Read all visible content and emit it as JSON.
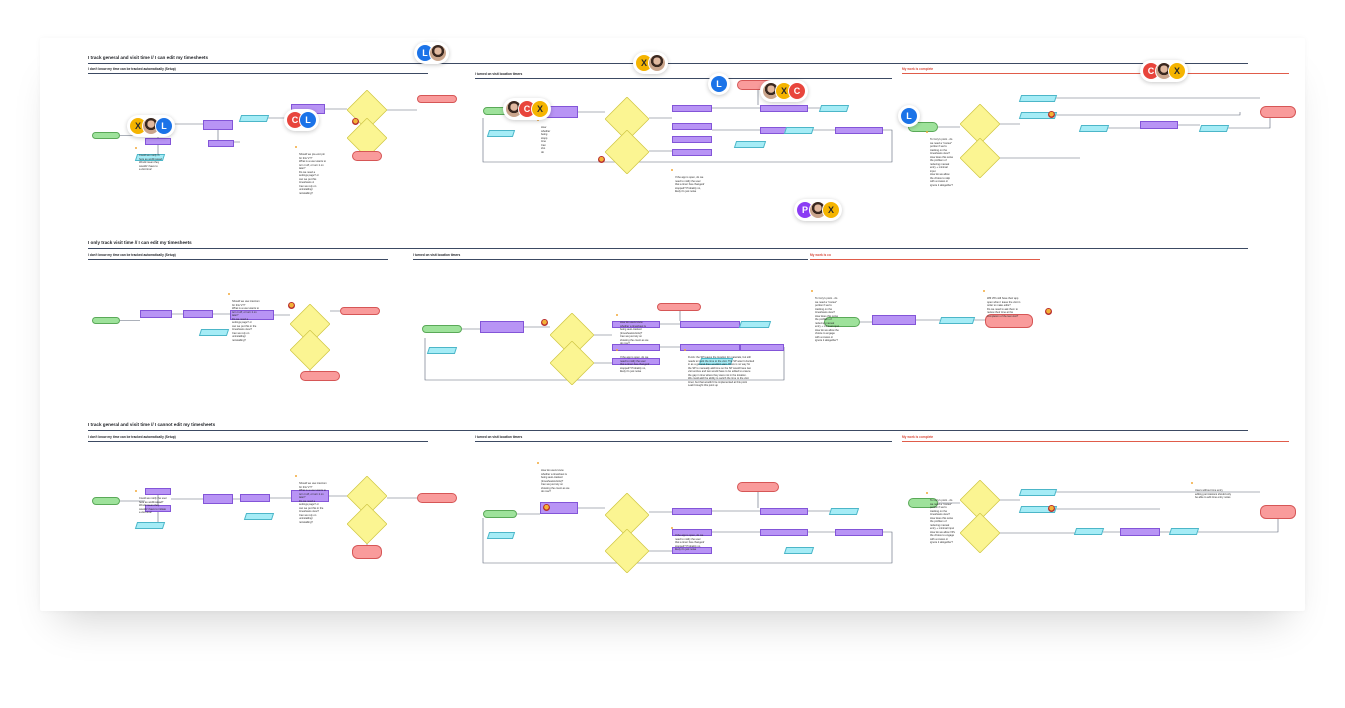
{
  "rows": [
    {
      "title": "I track general and visit time // I can edit my timesheets",
      "sections": [
        {
          "title": "I don't know my time can be tracked automatically (Setup)"
        },
        {
          "title": "I turned on visit location timers"
        },
        {
          "title": "My work is complete"
        }
      ],
      "notes": [
        {
          "text": "Could we notify th\nhere as well/instead\nWould mean they\nwouldn't have to\na visit time!"
        },
        {
          "text": "Should we pre-emt pin\nfor this VT?\nWhat is a user wants to\nturn it off, or turn it on\nlater?\nDo we need a\nsettings page? or\ncan we put this\ntimesheets vi\nCan we rely on\nuninstalling/\nreinstalling?"
        },
        {
          "text": "How\nwhether\nbeing\nstopp\ntime\nCan\nsho\ndo"
        },
        {
          "text": "If the app is open, do we\nneed to notify the user\nthat a timer has changed/\nstopped? Probably no,\nlikely it's just noise"
        },
        {
          "text": "To Cory's point - do\nwe need a \"review\"\nportion if we're\ntracking on the\ntimesheets view?\nHow does this solve\nthe problem of\nreducing manual\nentry + minimal\ninput\nHow do we allow\nthe choice to skip\nwith a review or\nignore it altogether?"
        }
      ],
      "avatars": [
        {
          "badges": [
            "X",
            "",
            "L"
          ]
        },
        {
          "badges": [
            "C",
            "L"
          ]
        },
        {
          "badges": [
            "L",
            ""
          ]
        },
        {
          "badges": [
            "",
            "C",
            "X"
          ]
        },
        {
          "badges": [
            "X",
            ""
          ]
        },
        {
          "badges": [
            "L"
          ]
        },
        {
          "badges": [
            "",
            "X",
            "C"
          ]
        },
        {
          "badges": [
            "C",
            "",
            "X"
          ]
        },
        {
          "badges": [
            "L"
          ]
        }
      ]
    },
    {
      "title": "I only track visit time // I can edit my timesheets",
      "sections": [
        {
          "title": "I don't know my time can be tracked automatically (Setup)"
        },
        {
          "title": "I turned on visit location timers"
        },
        {
          "title": "My work is co"
        }
      ],
      "notes": [
        {
          "text": "Should we use intercom\nfor this VT?\nWhat is a user wants to\nturn it off, or turn it on\nlater?\nDo we need a\nsettings page? or\ncan we put this in the\ntimesheets view?\nCan we rely on\nuninstalling/\nreinstalling?"
        },
        {
          "text": "How do users know\nwhether a timesheet is\nbeing auto-tracked\n(timesheets/visits)?\nCan we just rely on\nshowing the count as we\ndo now?"
        },
        {
          "text": "If the app is open, do we\nneed to notify the user\nthat a timer has changed/\nstopped? Probably no,\nlikely it's just noise"
        },
        {
          "text": "FLAG: the SP leaves the location for materials, but still\nneeds to track the time to the visit. The SP wasn't clocked\nin as a general then wouldn't start. There is no way for\nthe SP to manually add time so the SP would have two\nvisit entries and two would have to be edited to ensure\nthe gap in time where they were not in the location.\nWe could add the ability to switch the time to the visit\ntimer, but that wouldn't be implemented at this point\nLeah brought this point up"
        },
        {
          "text": "To Cory's point - do\nwe need a \"review\"\nportion if we're\ntracking on the\ntimesheets view?\nHow does this solve\nthe problem of\nreducing manual\nentry + minimal input\nHow do we allow the\nchoice to engage\nwith a review or\nignore it altogether?"
        },
        {
          "text": "Will VPs still have their app\nopen when I leave the visit in\norder to make edits?\nDo we need to ask them to\nreview their time at the\ncompletion of the last visit?"
        }
      ],
      "avatars": [
        {
          "badges": [
            "P",
            "",
            "X"
          ]
        }
      ]
    },
    {
      "title": "I track general and visit time // I cannot edit my timesheets",
      "sections": [
        {
          "title": "I don't know my time can be tracked automatically (Setup)"
        },
        {
          "title": "I turned on visit location timers"
        },
        {
          "title": "My work is complete"
        }
      ],
      "notes": [
        {
          "text": "Could we notify the user\nhere as well/instead?\nWould mean they\nwouldn't have to initiate\na visit time!"
        },
        {
          "text": "Should we use intercom\nfor this VT?\nWhat is a user wants to\nturn it off, or turn it on\nlater?\nDo we need a\nsettings page? or\ncan we put this in the\ntimesheets view?\nCan we rely on\nuninstalling/\nreinstalling?"
        },
        {
          "text": "How do users know\nwhether a timesheet is\nbeing auto-tracked\n(timesheets/visits)?\nCan we just rely on\nshowing the count as we\ndo now?"
        },
        {
          "text": "If the app is open, do we\nneed to notify the user\nthat a timer has changed/\nstopped? Probably no,\nlikely it's just noise"
        },
        {
          "text": "To Cory's point - do\nwe need a \"review\"\nportion if we're\ntracking on the\ntimesheets view?\nHow does this solve\nthe problem of\nreducing manual\nentry + minimal input\nHow do we allow VPs\nthe choice to engage\nwith a review or\nignore it altogether?"
        },
        {
          "text": "Users without time entry\nediting permissions should only\nbe able to edit time entry notes"
        }
      ],
      "avatars": []
    }
  ],
  "colors": {
    "navy_rule": "#3c4a63",
    "red_rule": "#e05c4a",
    "start": "#9ee29b",
    "end": "#f99b9b",
    "process": "#b894f5",
    "io": "#a5ecf6",
    "decision": "#fbf592",
    "badge_X": "#f5b400",
    "badge_L": "#1b73e8",
    "badge_C": "#e8453c",
    "badge_P": "#8b3cf4"
  }
}
